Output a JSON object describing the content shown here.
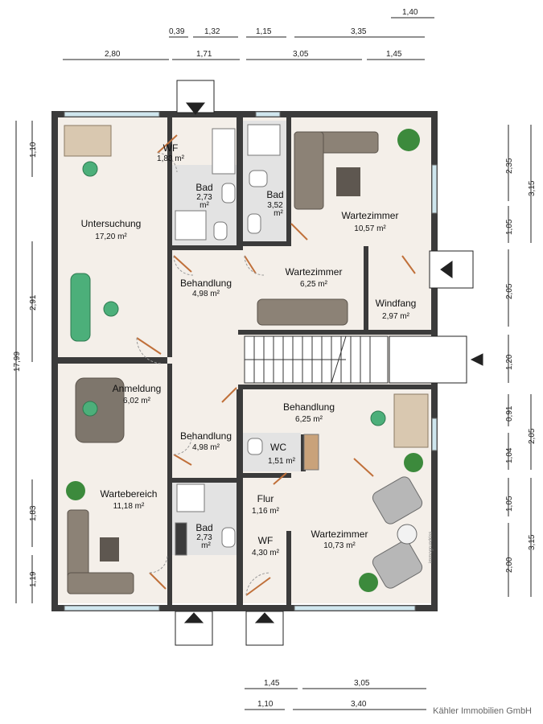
{
  "rooms": {
    "untersuchung": {
      "name": "Untersuchung",
      "area": "17,20 m²"
    },
    "wf_top": {
      "name": "WF",
      "area": "1,88 m²"
    },
    "bad_top_left": {
      "name": "Bad",
      "area": "2,73",
      "unit": "m²"
    },
    "bad_top_right": {
      "name": "Bad",
      "area": "3,52",
      "unit": "m²"
    },
    "wartezimmer_top": {
      "name": "Wartezimmer",
      "area": "10,57 m²"
    },
    "behandlung_mid_left": {
      "name": "Behandlung",
      "area": "4,98 m²"
    },
    "wartezimmer_mid": {
      "name": "Wartezimmer",
      "area": "6,25 m²"
    },
    "windfang": {
      "name": "Windfang",
      "area": "2,97 m²"
    },
    "anmeldung": {
      "name": "Anmeldung",
      "area": "6,02 m²"
    },
    "behandlung_right": {
      "name": "Behandlung",
      "area": "6,25 m²"
    },
    "behandlung_low_left": {
      "name": "Behandlung",
      "area": "4,98 m²"
    },
    "wc": {
      "name": "WC",
      "area": "1,51 m²"
    },
    "wartebereich": {
      "name": "Wartebereich",
      "area": "11,18 m²"
    },
    "flur": {
      "name": "Flur",
      "area": "1,16 m²"
    },
    "bad_low": {
      "name": "Bad",
      "area": "2,73",
      "unit": "m²"
    },
    "wf_low": {
      "name": "WF",
      "area": "4,30 m²"
    },
    "wartezimmer_low": {
      "name": "Wartezimmer",
      "area": "10,73 m²"
    }
  },
  "dimensions": {
    "top_row1": [
      "1,40"
    ],
    "top_row2": [
      "0,39",
      "1,32",
      "1,15",
      "3,35"
    ],
    "top_row3": [
      "2,80",
      "1,71",
      "3,05",
      "1,45"
    ],
    "left": [
      "1,10",
      "2,91",
      "17,99",
      "1,83",
      "1,19"
    ],
    "right_inner": [
      "2,35",
      "1,05",
      "2,05",
      "1,20",
      "0,91",
      "1,04",
      "1,05",
      "2,00"
    ],
    "right_outer": [
      "3,15",
      "2,05",
      "3,15"
    ],
    "bottom_row1": [
      "1,45",
      "3,05"
    ],
    "bottom_row2": [
      "1,10",
      "3,40"
    ]
  },
  "watermark": "immogrundriss",
  "branding": "Kähler Immobilien GmbH",
  "colors": {
    "wall": "#3b3b3b",
    "floor": "#f4efe9",
    "tile": "#dcdcdc",
    "door": "#c0703a",
    "sofa": "#8c8276",
    "chair": "#4caf7a"
  }
}
